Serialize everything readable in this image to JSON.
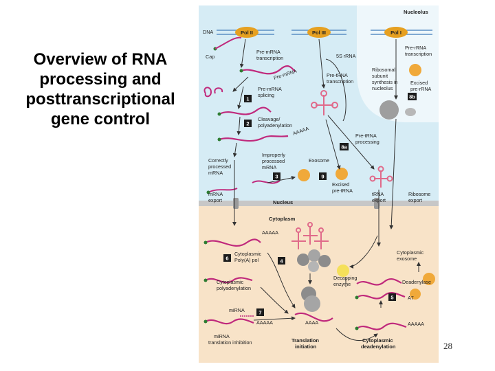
{
  "slide": {
    "title_lines": [
      "Overview of RNA",
      "processing and",
      "posttranscriptional",
      "gene control"
    ],
    "page_number": "28"
  },
  "diagram": {
    "compartments": {
      "nucleolus": "Nucleolus",
      "nucleus": "Nucleus",
      "cytoplasm": "Cytoplasm"
    },
    "top": {
      "dna": "DNA",
      "pol2": "Pol II",
      "pol3": "Pol III",
      "pol1": "Pol I",
      "cap": "Cap",
      "pre_mrna_tx": [
        "Pre-mRNA",
        "transcription"
      ],
      "rna_5s": "5S rRNA",
      "pre_rrna_tx": [
        "Pre-rRNA",
        "transcription"
      ],
      "pre_mrna_strand": "Pre-mRNA"
    },
    "nucleus_labels": {
      "pre_mrna_splicing": [
        "Pre-mRNA",
        "splicing"
      ],
      "cleavage": [
        "Cleavage/",
        "polyadenylation"
      ],
      "aaaaa": "AAAAA",
      "pre_trna_tx": [
        "Pre-tRNA",
        "transcription"
      ],
      "ribosomal_subunit": [
        "Ribosomal",
        "subunit",
        "synthesis in",
        "nucleolus"
      ],
      "excised_pre_rrna": [
        "Excised",
        "pre-rRNA"
      ],
      "pre_trna_processing": [
        "Pre-tRNA",
        "processing"
      ],
      "correctly_processed": [
        "Correctly",
        "processed",
        "mRNA"
      ],
      "improperly_processed": [
        "Improperly",
        "processed",
        "mRNA"
      ],
      "exosome": "Exosome",
      "excised_pre_trna": [
        "Excised",
        "pre-tRNA"
      ],
      "mrna_export": [
        "mRNA",
        "export"
      ],
      "trna_export": [
        "tRNA",
        "export"
      ],
      "ribosome_export": [
        "Ribosome",
        "export"
      ]
    },
    "cytoplasm_labels": {
      "aaaaa": "AAAAA",
      "cytoplasmic_polya_pol": [
        "Cytoplasmic",
        "Poly(A) pol"
      ],
      "cytoplasmic_exosome": [
        "Cytoplasmic",
        "exosome"
      ],
      "cytoplasmic_polyadenylation": [
        "Cytoplasmic",
        "polyadenylation"
      ],
      "decapping_enzyme": [
        "Decapping",
        "enzyme"
      ],
      "deadenylase": "Deadenylase",
      "a7": "A7",
      "mirna": "miRNA",
      "aaaa": "AAAA",
      "aaaaa_right": "AAAAA",
      "mirna_translation_inhibition": [
        "miRNA",
        "translation inhibition"
      ],
      "translation_initiation": [
        "Translation",
        "initiation"
      ],
      "cytoplasmic_deadenylation": [
        "Cytoplasmic",
        "deadenylation"
      ]
    },
    "steps": [
      "1",
      "2",
      "3",
      "4",
      "5",
      "6",
      "7",
      "8a",
      "8b",
      "9"
    ],
    "colors": {
      "nucleus_bg": "#d6ecf5",
      "nucleolus_bg": "#eef7fb",
      "cytoplasm_bg": "#f8e3c8",
      "mrna": "#c0297c",
      "trna": "#e06a8a",
      "dna": "#5a8fc4",
      "polymerase": "#e6a020",
      "step_box": "#1c1c1c",
      "cap_dot": "#2e7d32"
    }
  }
}
